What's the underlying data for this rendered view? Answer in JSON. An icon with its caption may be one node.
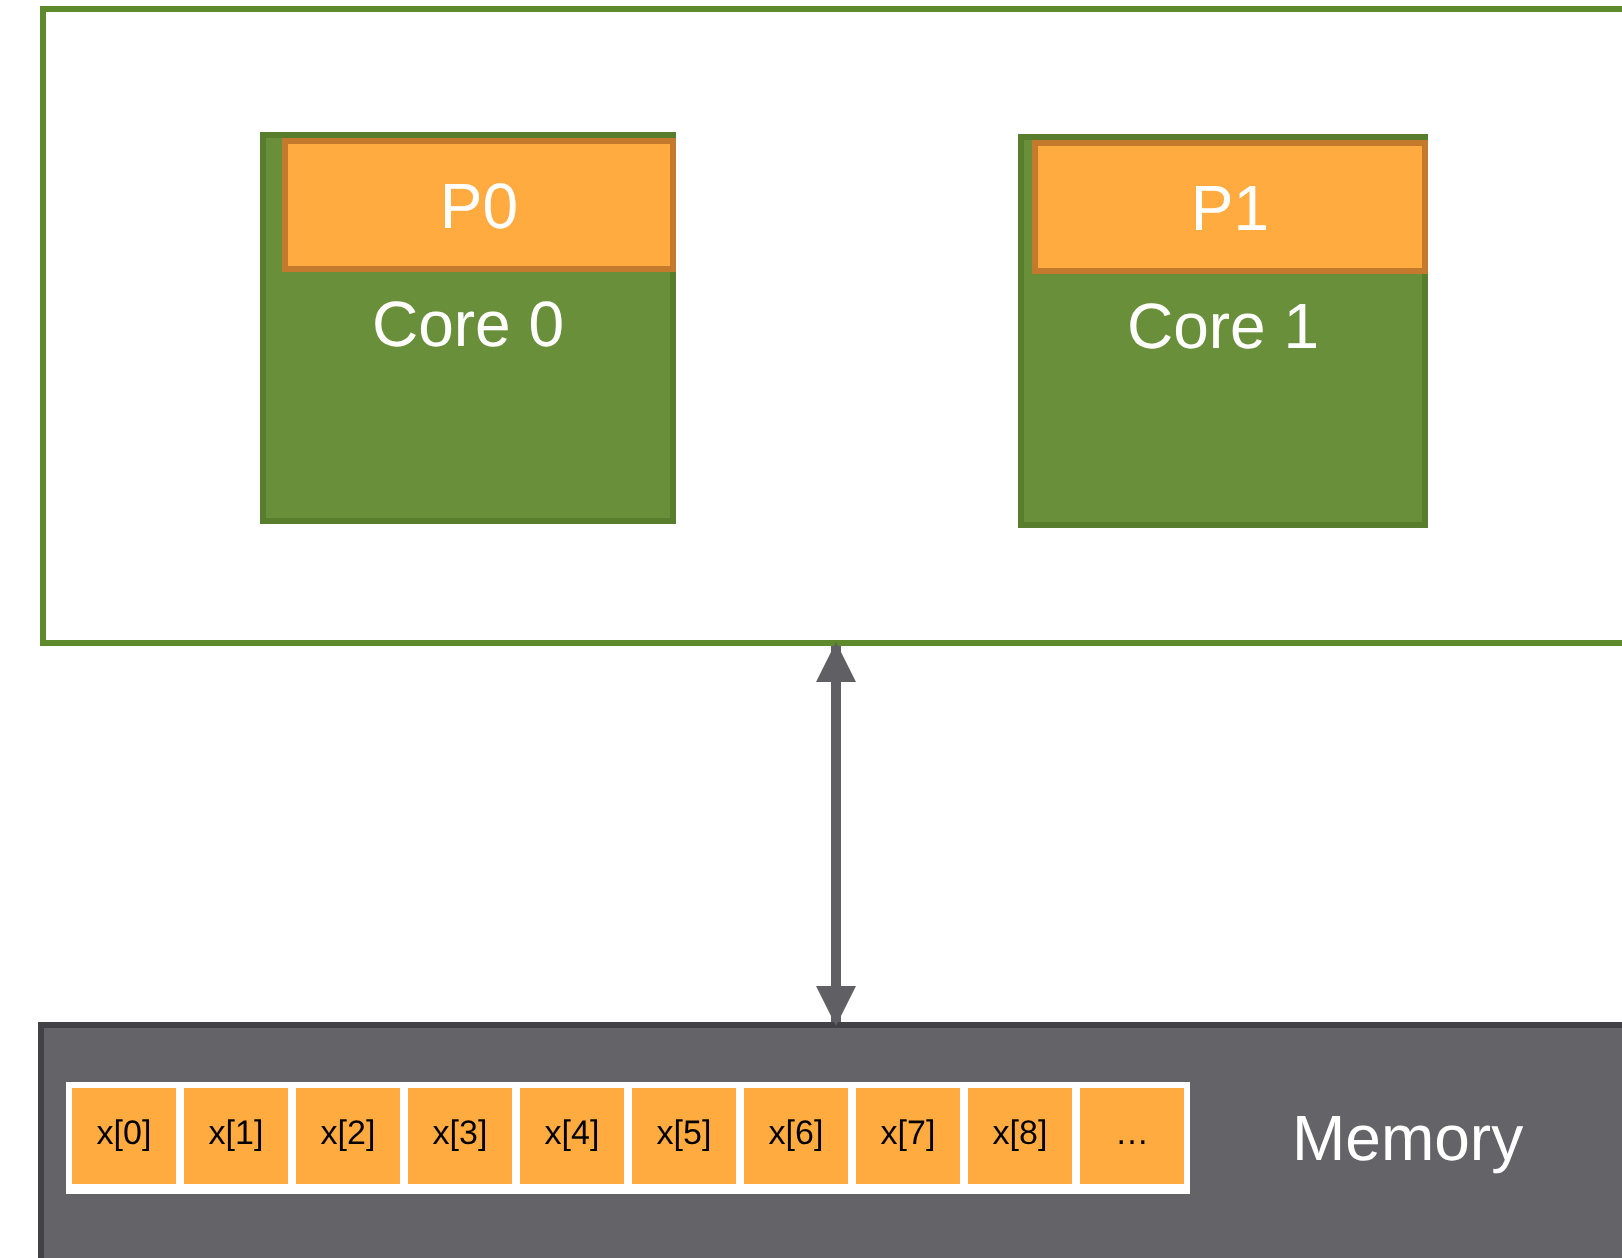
{
  "diagram": {
    "nodes": [
      {
        "text": [],
        "shape": "box"
      },
      {
        "text": [
          "Core 0"
        ],
        "in": 0
      },
      {
        "text": [
          "P0"
        ],
        "in": 1
      },
      {
        "text": [
          "Core 1"
        ],
        "in": 0
      },
      {
        "text": [
          "P1"
        ],
        "in": 3
      },
      {
        "text": [
          "Memory"
        ]
      },
      {
        "text": [
          "x[0]"
        ],
        "in": 5
      },
      {
        "text": [
          "x[1]"
        ],
        "in": 5
      },
      {
        "text": [
          "x[2]"
        ],
        "in": 5
      },
      {
        "text": [
          "x[3]"
        ],
        "in": 5
      },
      {
        "text": [
          "x[4]"
        ],
        "in": 5
      },
      {
        "text": [
          "x[5]"
        ],
        "in": 5
      },
      {
        "text": [
          "x[6]"
        ],
        "in": 5
      },
      {
        "text": [
          "x[7]"
        ],
        "in": 5
      },
      {
        "text": [
          "x[8]"
        ],
        "in": 5
      },
      {
        "text": [
          "…"
        ],
        "in": 5
      }
    ],
    "edges": [
      {
        "from": 0,
        "to": 5,
        "arrow": "both"
      }
    ]
  }
}
